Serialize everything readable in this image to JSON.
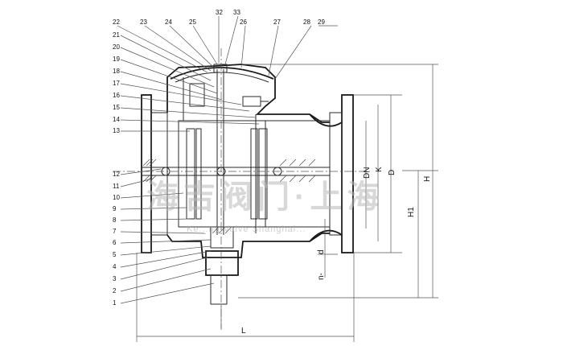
{
  "drawing": {
    "top_callouts": [
      "22",
      "23",
      "24",
      "25",
      "32",
      "33",
      "26",
      "27",
      "28",
      "29"
    ],
    "left_callouts": [
      "21",
      "20",
      "19",
      "18",
      "17",
      "16",
      "15",
      "14",
      "13",
      "12",
      "11",
      "10",
      "9",
      "8",
      "7",
      "6",
      "5",
      "4",
      "3",
      "2",
      "1"
    ],
    "dimensions": {
      "DN": "DN",
      "K": "K",
      "D": "D",
      "H1": "H1",
      "H": "H",
      "L": "L",
      "d": "d",
      "n": "n-"
    },
    "watermark": {
      "brand": "海吉阀门·上海",
      "sub": "Ke...ng Valve Shanghai..."
    }
  }
}
